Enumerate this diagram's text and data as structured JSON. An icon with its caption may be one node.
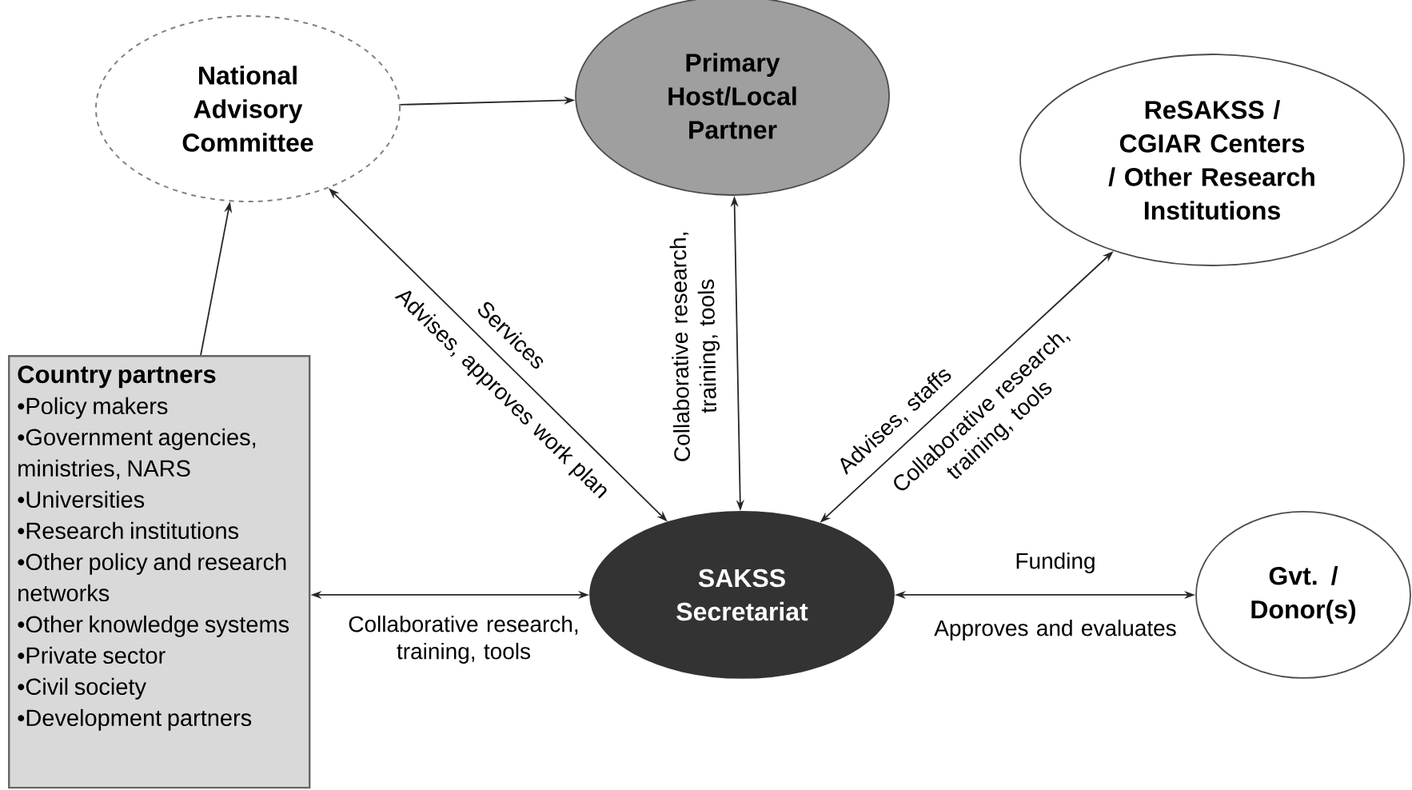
{
  "diagram": {
    "nodes": [
      {
        "text": [
          "National Advisory Committee"
        ]
      },
      {
        "text": [
          "Primary Host/Local Partner"
        ]
      },
      {
        "text": [
          "ReSAKSS / CGIAR Centers / Other Research Institutions"
        ]
      },
      {
        "text": [
          "Country partners",
          "•Policy makers",
          "•Government agencies, ministries, NARS",
          "•Universities",
          "•Research institutions",
          "•Other policy and research networks",
          "•Other knowledge systems",
          "•Private sector",
          "•Civil society",
          "•Development partners"
        ]
      },
      {
        "text": [
          "SAKSS Secretariat"
        ]
      },
      {
        "text": [
          "Gvt. / Donor(s)"
        ]
      }
    ],
    "edges": [
      {
        "from": 0,
        "to": 1,
        "arrow": "to"
      },
      {
        "from": 3,
        "to": 0,
        "arrow": "to"
      },
      {
        "from": 0,
        "to": 4,
        "arrow": "both",
        "label": "Advises, approves work plan"
      },
      {
        "from": 1,
        "to": 4,
        "arrow": "both",
        "label": "Collaborative research, training, tools"
      },
      {
        "from": 2,
        "to": 4,
        "arrow": "both",
        "label": "Advises, staffs"
      },
      {
        "from": 3,
        "to": 4,
        "arrow": "both",
        "label": "Collaborative research, training, tools"
      },
      {
        "from": 4,
        "to": 5,
        "arrow": "both",
        "label": "Funding"
      }
    ],
    "labels": [
      "Services",
      "Collaborative research, training, tools",
      "Approves and evaluates"
    ]
  }
}
